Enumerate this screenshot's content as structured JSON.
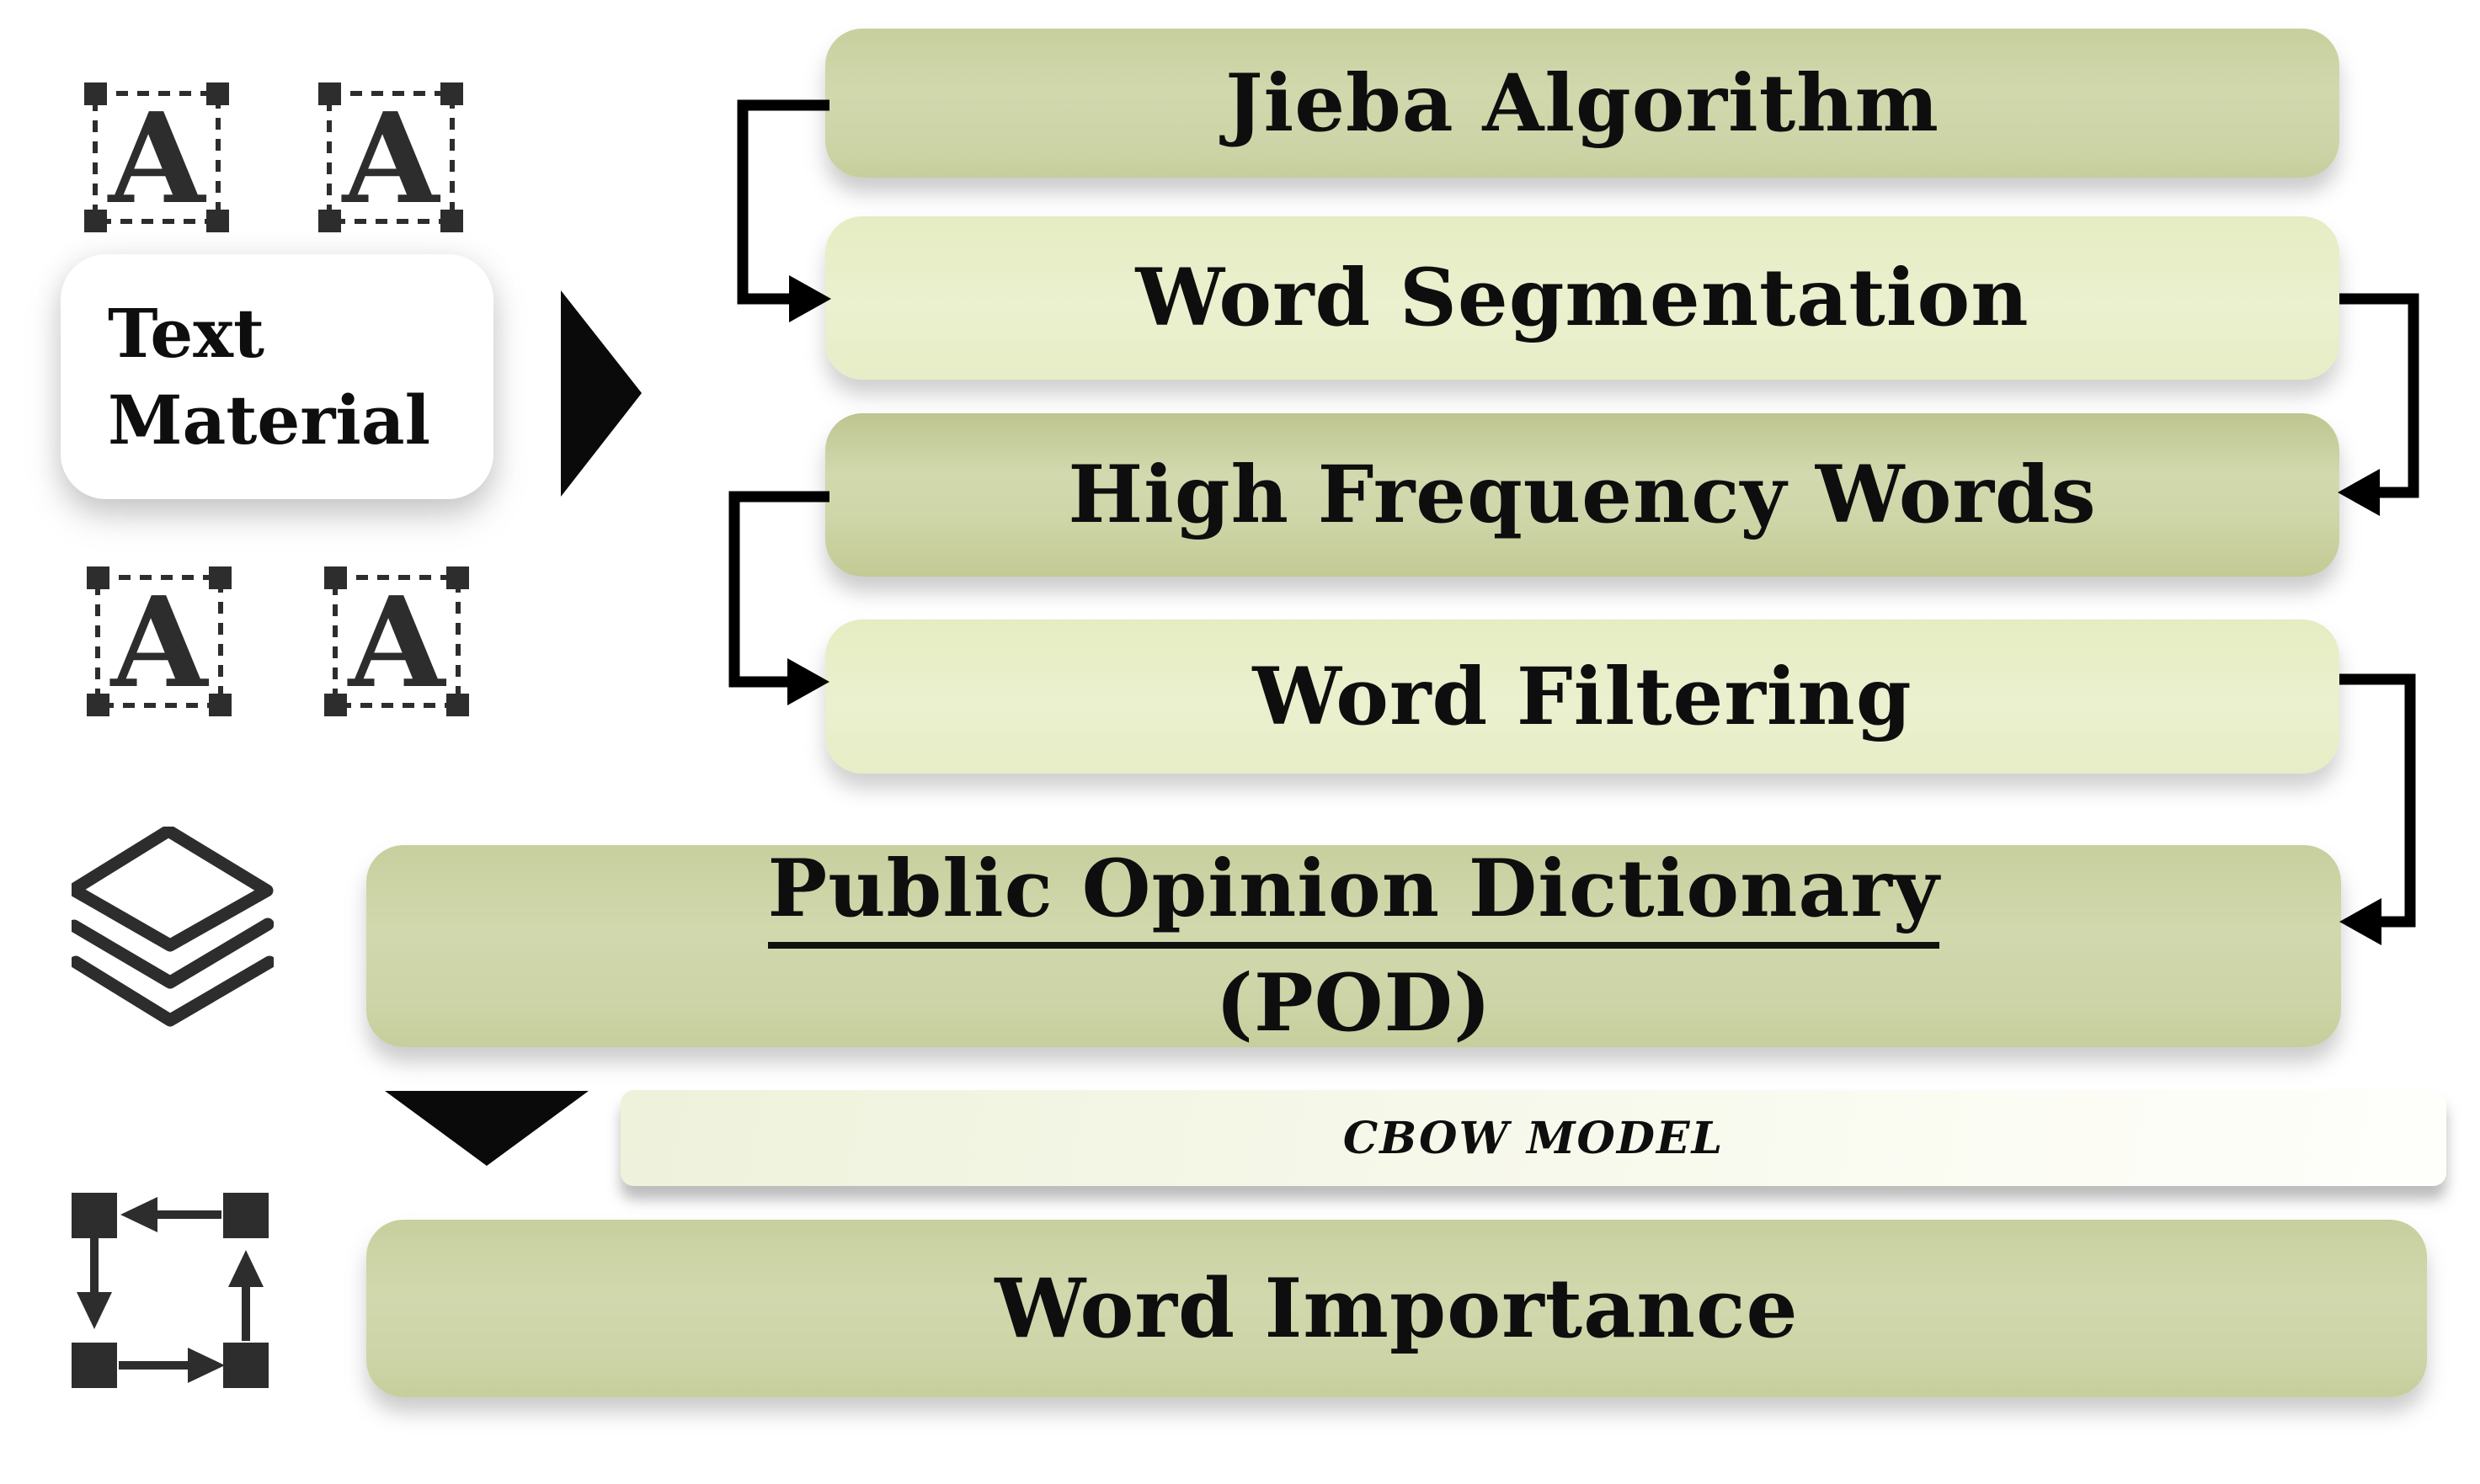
{
  "flowchart": {
    "source": {
      "line1": "Text",
      "line2": "Material"
    },
    "boxes": {
      "jieba": "Jieba Algorithm",
      "word_segmentation": "Word Segmentation",
      "high_frequency_words": "High Frequency Words",
      "word_filtering": "Word Filtering",
      "pod_title": "Public Opinion Dictionary",
      "pod_sub": "(POD)",
      "cbow": "CBOW MODEL",
      "word_importance": "Word Importance"
    },
    "icons": {
      "text_glyph": "A",
      "names": [
        "text-selection-icon",
        "layers-icon",
        "cycle-icon"
      ]
    },
    "colors": {
      "sage_green": "#cdd4a7",
      "light_green": "#e9eecb",
      "cream": "#f4f7e6",
      "ink": "#111111",
      "icon_dark": "#2d2d2d",
      "connector": "#000000"
    }
  }
}
